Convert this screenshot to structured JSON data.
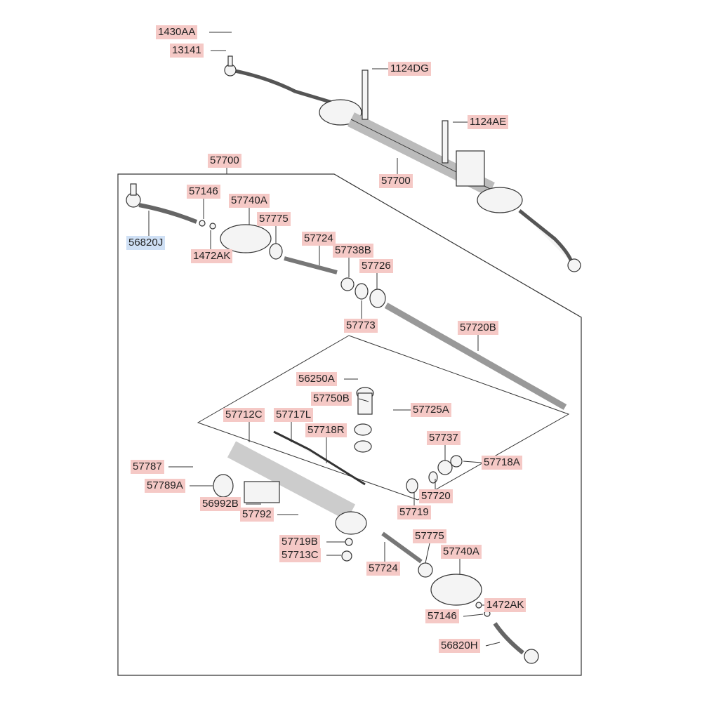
{
  "colors": {
    "part_label_bg": "#f5c9c6",
    "highlight_label_bg": "#cfe0f5",
    "line": "#333333"
  },
  "labels": {
    "l1430AA": "1430AA",
    "l13141": "13141",
    "l1124DG": "1124DG",
    "l1124AE": "1124AE",
    "l57700a": "57700",
    "l57700b": "57700",
    "l57146a": "57146",
    "l57740Aa": "57740A",
    "l57775a": "57775",
    "l56820J": "56820J",
    "l1472AKa": "1472AK",
    "l57724a": "57724",
    "l57738B": "57738B",
    "l57726": "57726",
    "l57773": "57773",
    "l57720B": "57720B",
    "l56250A": "56250A",
    "l57750B": "57750B",
    "l57725A": "57725A",
    "l57712C": "57712C",
    "l57717L": "57717L",
    "l57718R": "57718R",
    "l57737": "57737",
    "l57718A": "57718A",
    "l57787": "57787",
    "l57789A": "57789A",
    "l57720": "57720",
    "l56992B": "56992B",
    "l57719": "57719",
    "l57792": "57792",
    "l57719B": "57719B",
    "l57713C": "57713C",
    "l57775b": "57775",
    "l57740Ab": "57740A",
    "l57724b": "57724",
    "l1472AKb": "1472AK",
    "l57146b": "57146",
    "l56820H": "56820H"
  }
}
